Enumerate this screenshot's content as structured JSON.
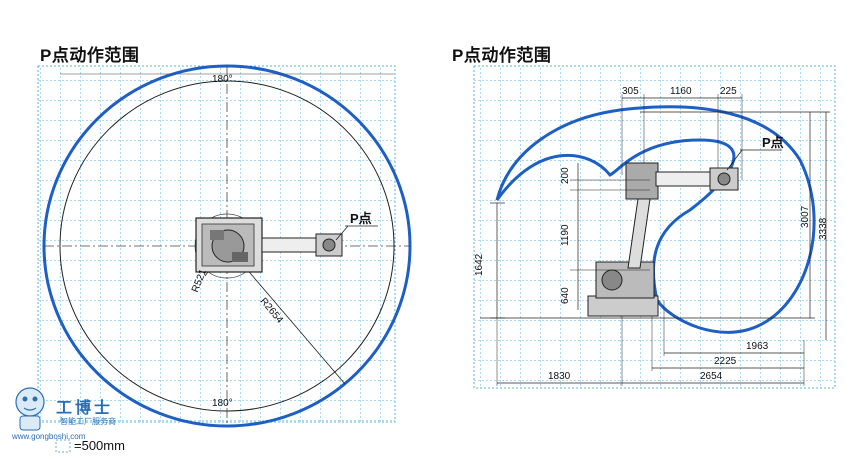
{
  "left_view": {
    "title": "P点动作范围",
    "angle_top": "180°",
    "angle_bottom": "180°",
    "p_label": "P点",
    "dim_r521": "R521",
    "dim_r2654": "R2654"
  },
  "right_view": {
    "title": "P点动作范围",
    "p_label": "P点",
    "dim_305": "305",
    "dim_1160": "1160",
    "dim_225": "225",
    "dim_200": "200",
    "dim_1190": "1190",
    "dim_640": "640",
    "dim_1642": "1642",
    "dim_3007": "3007",
    "dim_3338": "3338",
    "dim_1963": "1963",
    "dim_2225": "2225",
    "dim_1830": "1830",
    "dim_2654": "2654"
  },
  "legend": {
    "grid_scale": "=500mm"
  },
  "watermark": {
    "brand": "工博士",
    "subtitle": "智能工厂服务商",
    "url": "www.gongboshi.com"
  },
  "colors": {
    "envelope": "#1e5fc4",
    "grid": "#5ab0e0"
  }
}
